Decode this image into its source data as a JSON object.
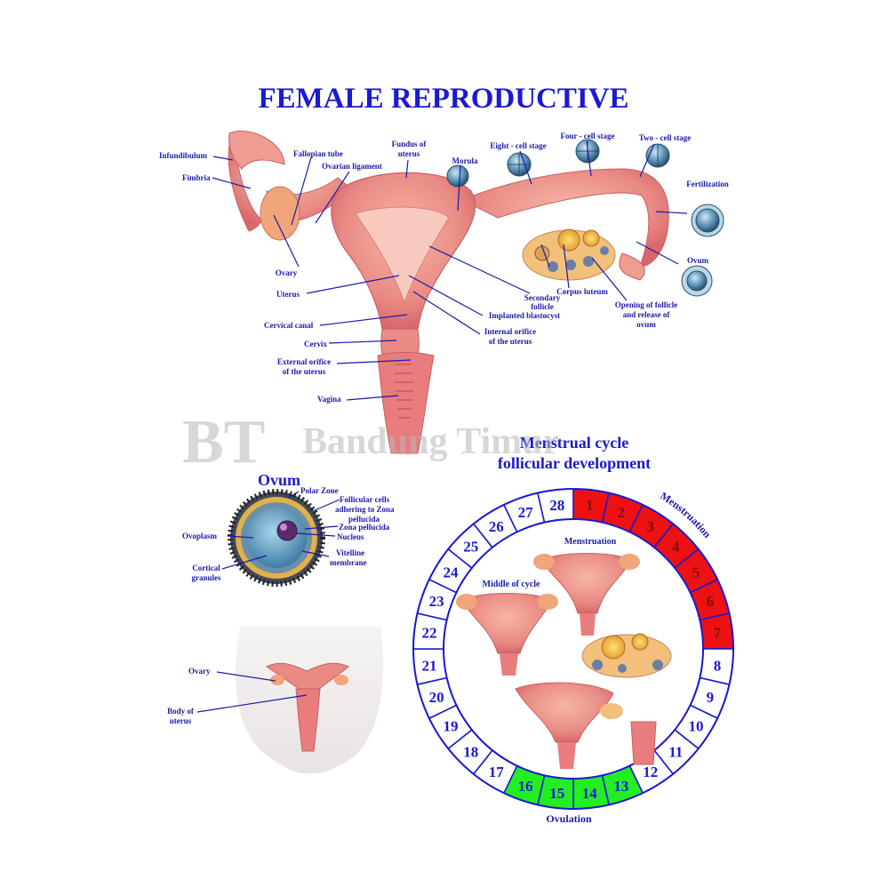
{
  "title": "FEMALE REPRODUCTIVE",
  "watermark": {
    "logo": "BT",
    "text": "Bandung Timur"
  },
  "anatomy_labels": {
    "infundibulum": "Infundibulum",
    "fimbria": "Fimbria",
    "fallopian_tube": "Fallopian tube",
    "ovarian_ligament": "Ovarian ligament",
    "fundus_1": "Fundus of",
    "fundus_2": "uterus",
    "morula": "Morula",
    "eight_cell": "Eight - cell stage",
    "four_cell": "Four - cell stage",
    "two_cell": "Two - cell stage",
    "fertilization": "Fertilization",
    "ovary": "Ovary",
    "ovum": "Ovum",
    "uterus": "Uterus",
    "secondary_follicle_1": "Secondary",
    "secondary_follicle_2": "follicle",
    "corpus_luteum": "Corpus luteum",
    "opening_1": "Opening of follicle",
    "opening_2": "and release of",
    "opening_3": "ovum",
    "implanted_blastocyst": "Implanted blastocyst",
    "cervical_canal": "Cervical canal",
    "internal_orifice_1": "Internal orifice",
    "internal_orifice_2": "of the uterus",
    "cervix": "Cervix",
    "external_orifice_1": "External orifice",
    "external_orifice_2": "of the uterus",
    "vagina": "Vagina"
  },
  "ovum_section": {
    "title": "Ovum",
    "polar_zone": "Polar Zone",
    "follicular_1": "Follicular cells",
    "follicular_2": "adhering to Zona",
    "follicular_3": "pellucida",
    "zona_pellucida": "Zona pellucida",
    "nucleus": "Nucleus",
    "ovoplasm": "Ovoplasm",
    "vitelline_1": "Vitelline",
    "vitelline_2": "membrane",
    "cortical_1": "Cortical",
    "cortical_2": "granules"
  },
  "body_section": {
    "ovary": "Ovary",
    "body_1": "Body of",
    "body_2": "uterus"
  },
  "cycle": {
    "title_1": "Menstrual cycle",
    "title_2": "follicular development",
    "menstruation_arc": "Menstruation",
    "ovulation": "Ovulation",
    "inner_menstruation": "Menstruation",
    "inner_middle": "Middle of cycle",
    "days": [
      "1",
      "2",
      "3",
      "4",
      "5",
      "6",
      "7",
      "8",
      "9",
      "10",
      "11",
      "12",
      "13",
      "14",
      "15",
      "16",
      "17",
      "18",
      "19",
      "20",
      "21",
      "22",
      "23",
      "24",
      "25",
      "26",
      "27",
      "28"
    ],
    "menstruation_days": [
      1,
      2,
      3,
      4,
      5,
      6,
      7
    ],
    "ovulation_days": [
      13,
      14,
      15,
      16
    ],
    "colors": {
      "menstruation": "#ee1111",
      "ovulation": "#22ee22",
      "normal": "#ffffff",
      "ring": "#1a1ad2"
    }
  }
}
